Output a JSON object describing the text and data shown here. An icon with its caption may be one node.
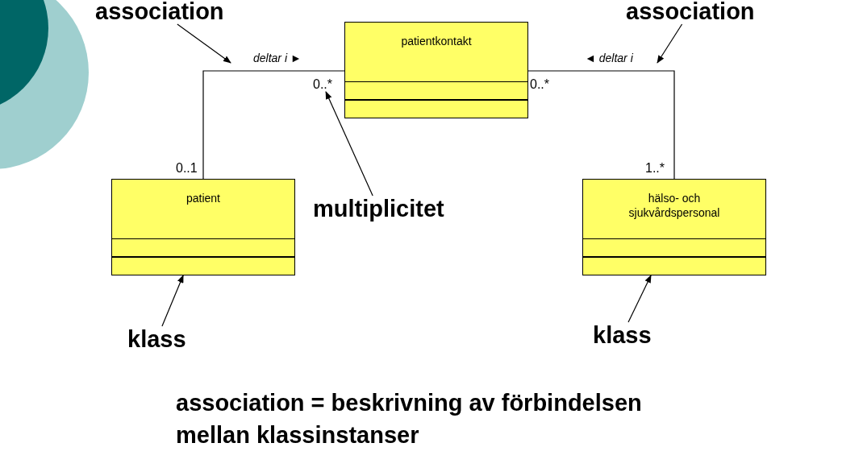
{
  "diagram": {
    "nodes": [
      {
        "text": [
          "patientkontakt"
        ]
      },
      {
        "text": [
          "patient"
        ]
      },
      {
        "text": [
          "hälso- och sjukvårdspersonal"
        ]
      },
      {
        "text": [
          "association"
        ]
      },
      {
        "text": [
          "association"
        ]
      },
      {
        "text": [
          "multiplicitet"
        ]
      },
      {
        "text": [
          "klass"
        ]
      },
      {
        "text": [
          "klass"
        ]
      },
      {
        "text": [
          "0..*"
        ]
      }
    ],
    "edges": [
      {
        "from": 1,
        "to": 0,
        "arrow": "none",
        "label": "deltar i ►"
      },
      {
        "from": 0,
        "to": 2,
        "arrow": "none",
        "label": "◄ deltar i"
      },
      {
        "from": 3,
        "to": null,
        "arrow": "to"
      },
      {
        "from": 4,
        "to": null,
        "arrow": "to"
      },
      {
        "from": 5,
        "to": 8,
        "arrow": "to"
      },
      {
        "from": 6,
        "to": 1,
        "arrow": "to"
      },
      {
        "from": 7,
        "to": 2,
        "arrow": "to"
      }
    ],
    "labels": [
      "0..*",
      "0..1",
      "1..*",
      "association = beskrivning av förbindelsen mellan klassinstanser"
    ]
  }
}
